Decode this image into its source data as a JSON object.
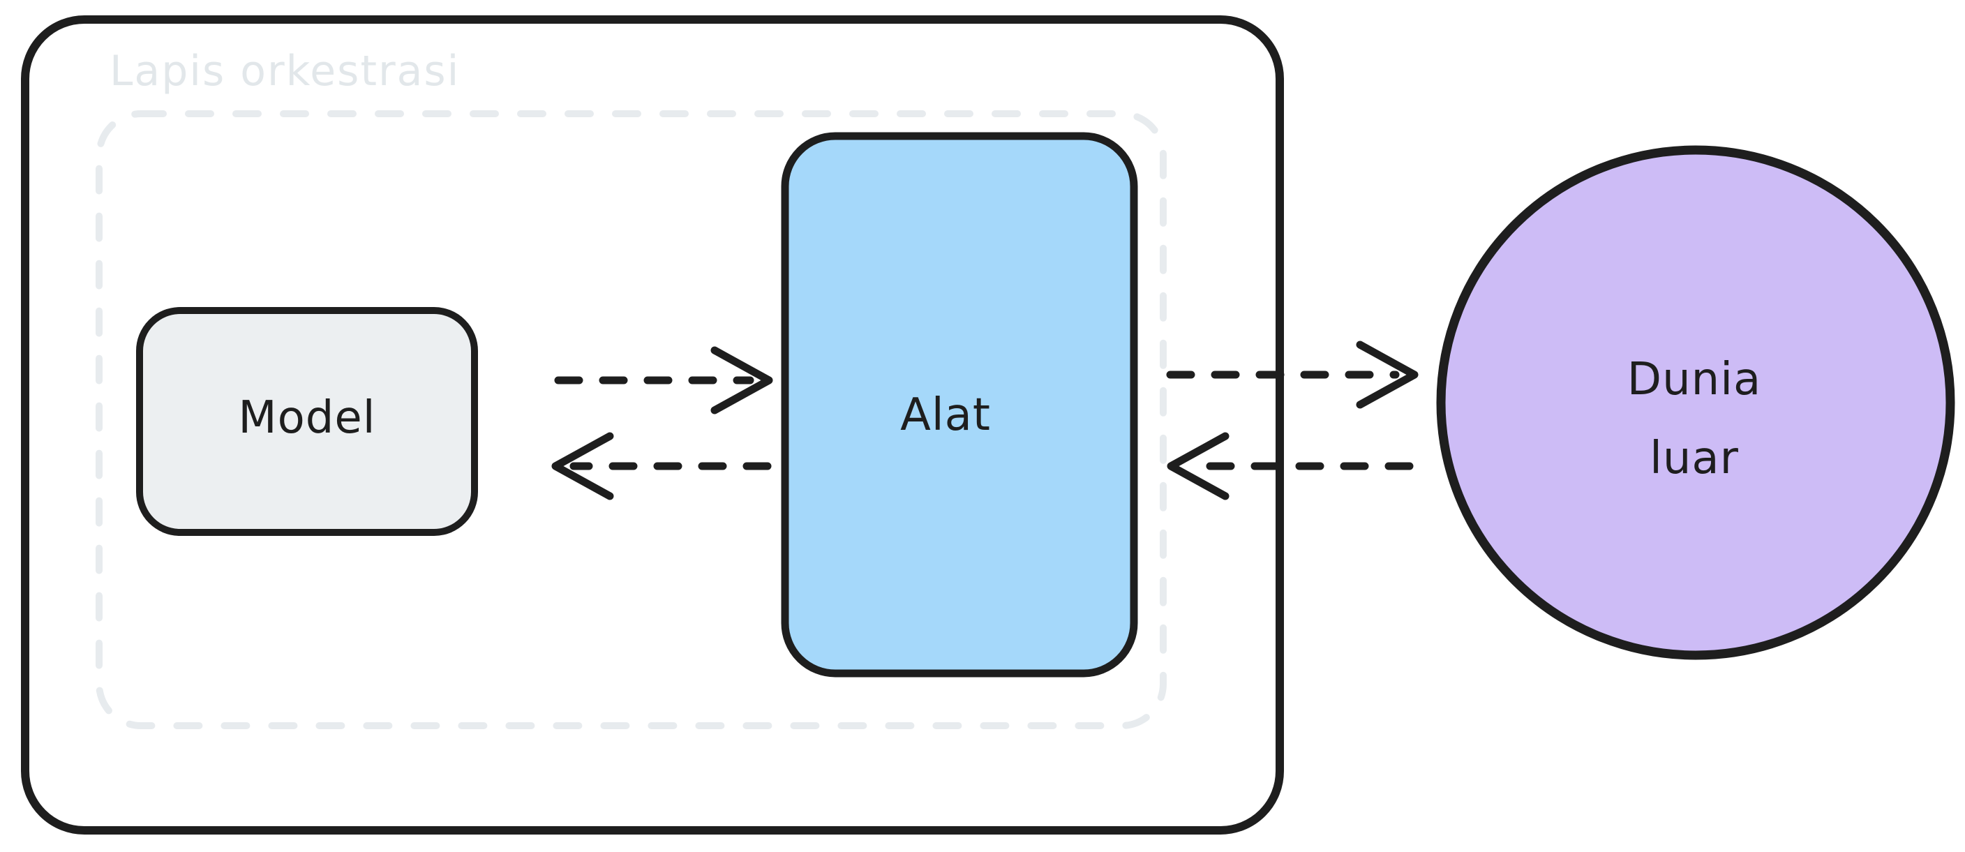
{
  "diagram": {
    "orchestration_layer": {
      "label": "Lapis orkestrasi"
    },
    "nodes": {
      "model": {
        "label": "Model"
      },
      "alat": {
        "label": "Alat"
      },
      "dunia_luar": {
        "label_line1": "Dunia",
        "label_line2": "luar"
      }
    },
    "arrows": [
      {
        "name": "model-to-alat",
        "direction": "right",
        "style": "dashed"
      },
      {
        "name": "alat-to-model",
        "direction": "left",
        "style": "dashed"
      },
      {
        "name": "alat-to-dunia-luar",
        "direction": "right",
        "style": "dashed"
      },
      {
        "name": "dunia-luar-to-alat",
        "direction": "left",
        "style": "dashed"
      }
    ],
    "colors": {
      "stroke": "#1e1e1e",
      "background": "#ffffff",
      "model_fill": "#eceff1",
      "alat_fill": "#a5d8fa",
      "dunia_luar_fill": "#cdbcf6",
      "dashed_boundary": "#e7ebee",
      "layer_label_gray": "#e2e7ea"
    }
  }
}
